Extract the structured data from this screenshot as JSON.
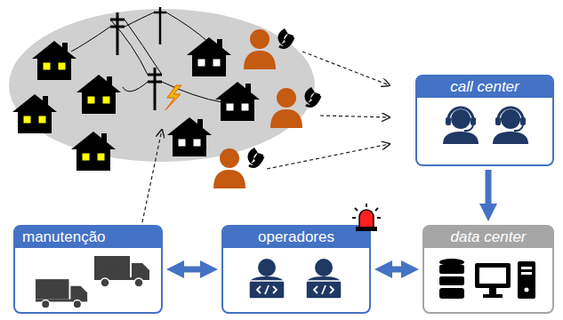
{
  "diagram": {
    "nodes": [
      {
        "text": [
          "call center"
        ]
      },
      {
        "text": [
          "manutenção"
        ]
      },
      {
        "text": [
          "operadores"
        ]
      },
      {
        "text": [
          "data center"
        ]
      }
    ],
    "edges": [
      {
        "from": 0,
        "to": 3,
        "arrow": "to"
      },
      {
        "from": 1,
        "to": 2,
        "arrow": "both"
      },
      {
        "from": 2,
        "to": 3,
        "arrow": "both"
      }
    ]
  }
}
